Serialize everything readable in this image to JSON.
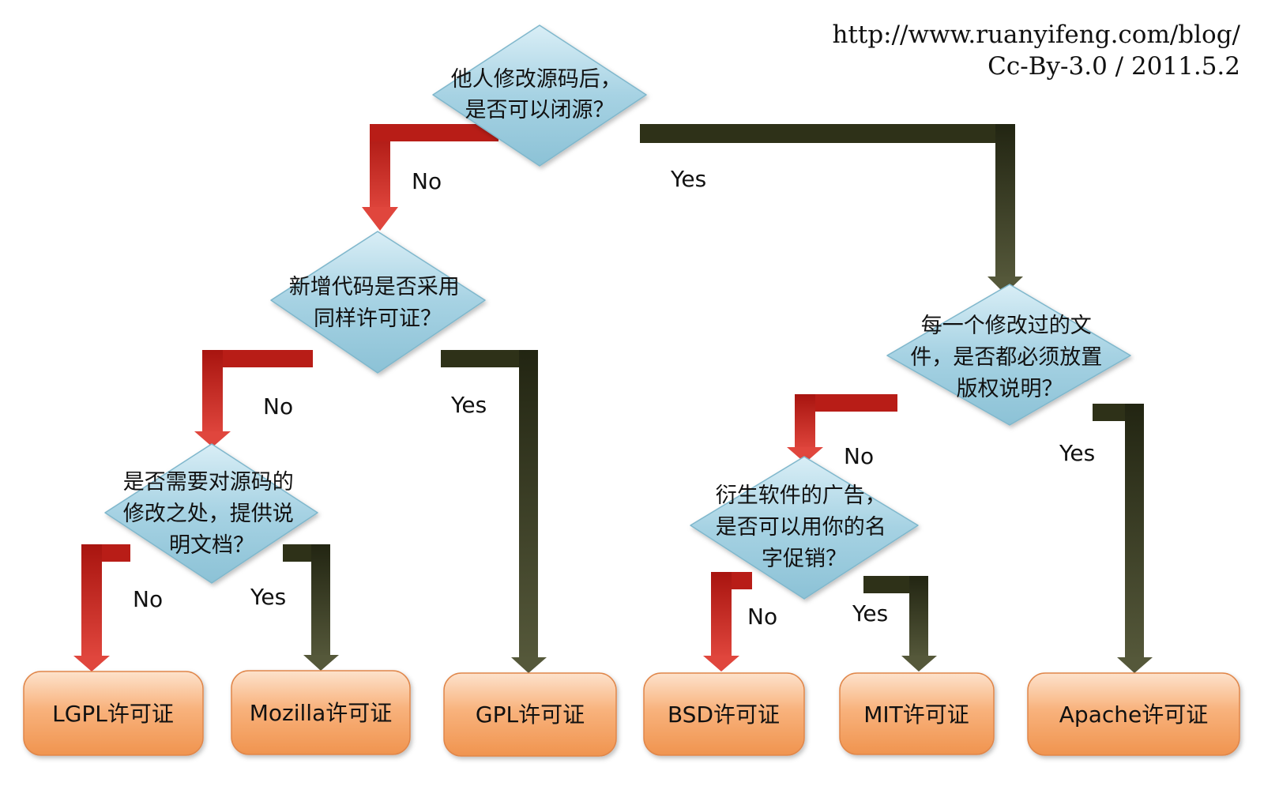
{
  "header": {
    "url": "http://www.ruanyifeng.com/blog/",
    "license": "Cc-By-3.0 / 2011.5.2"
  },
  "colors": {
    "no_arrow": "#c0221d",
    "yes_arrow": "#3a3d1f",
    "decision_fill": "#a8d3e3",
    "result_fill": "#f5a56a"
  },
  "decisions": {
    "d1": [
      "他人修改源码后，",
      "是否可以闭源？"
    ],
    "d2": [
      "新增代码是否采用",
      "同样许可证？"
    ],
    "d3": [
      "是否需要对源码的",
      "修改之处，提供说",
      "明文档？"
    ],
    "d4": [
      "每一个修改过的文",
      "件，是否都必须放置",
      "版权说明？"
    ],
    "d5": [
      "衍生软件的广告，",
      "是否可以用你的名",
      "字促销？"
    ]
  },
  "branch_labels": {
    "d1_no": "No",
    "d1_yes": "Yes",
    "d2_no": "No",
    "d2_yes": "Yes",
    "d3_no": "No",
    "d3_yes": "Yes",
    "d4_no": "No",
    "d4_yes": "Yes",
    "d5_no": "No",
    "d5_yes": "Yes"
  },
  "results": {
    "lgpl": "LGPL许可证",
    "mozilla": "Mozilla许可证",
    "gpl": "GPL许可证",
    "bsd": "BSD许可证",
    "mit": "MIT许可证",
    "apache": "Apache许可证"
  }
}
